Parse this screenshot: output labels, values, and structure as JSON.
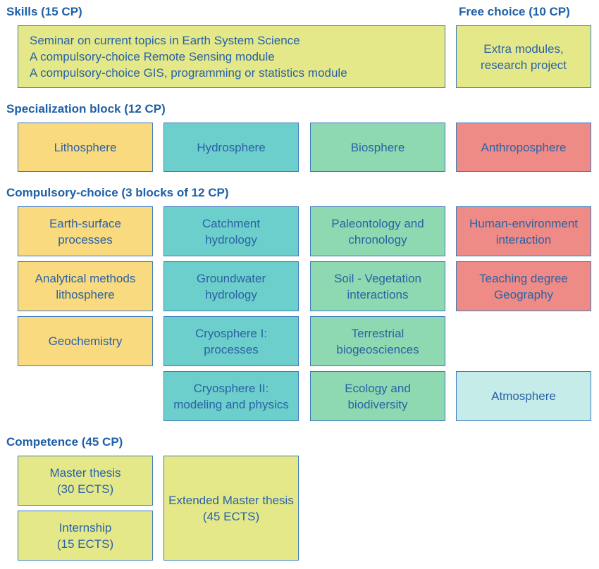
{
  "skills": {
    "heading": "Skills (15 CP)",
    "lines": [
      "Seminar on current topics in Earth System Science",
      "A compulsory-choice Remote Sensing module",
      "A compulsory-choice GIS, programming or statistics module"
    ]
  },
  "free_choice": {
    "heading": "Free choice (10 CP)",
    "text": "Extra modules,\nresearch project"
  },
  "specialization": {
    "heading": "Specialization block (12 CP)",
    "blocks": [
      "Lithosphere",
      "Hydrosphere",
      "Biosphere",
      "Anthroposphere"
    ]
  },
  "compulsory_choice": {
    "heading": "Compulsory-choice (3 blocks of 12 CP)",
    "lithosphere": [
      "Earth-surface\nprocesses",
      "Analytical methods\nlithosphere",
      "Geochemistry"
    ],
    "hydrosphere": [
      "Catchment\nhydrology",
      "Groundwater\nhydrology",
      "Cryosphere I:\nprocesses",
      "Cryosphere II:\nmodeling and physics"
    ],
    "biosphere": [
      "Paleontology and\nchronology",
      "Soil - Vegetation\ninteractions",
      "Terrestrial\nbiogeosciences",
      "Ecology and\nbiodiversity"
    ],
    "anthroposphere": [
      "Human-environment\ninteraction",
      "Teaching degree\nGeography"
    ],
    "atmosphere": "Atmosphere"
  },
  "competence": {
    "heading": "Competence (45 CP)",
    "master_thesis": "Master thesis\n(30 ECTS)",
    "internship": "Internship\n(15 ECTS)",
    "extended_thesis": "Extended Master thesis\n(45 ECTS)"
  },
  "colors": {
    "heading_text": "#1f5fa6",
    "box_text": "#2a62a6",
    "border": "#3d7bbd",
    "skills_green": "#e4e889",
    "lithosphere_yellow": "#fada7e",
    "hydrosphere_teal": "#6dcfcb",
    "biosphere_mint": "#8ed9b1",
    "anthroposphere_red": "#ef8b86",
    "atmosphere_pale": "#c6ecea"
  }
}
